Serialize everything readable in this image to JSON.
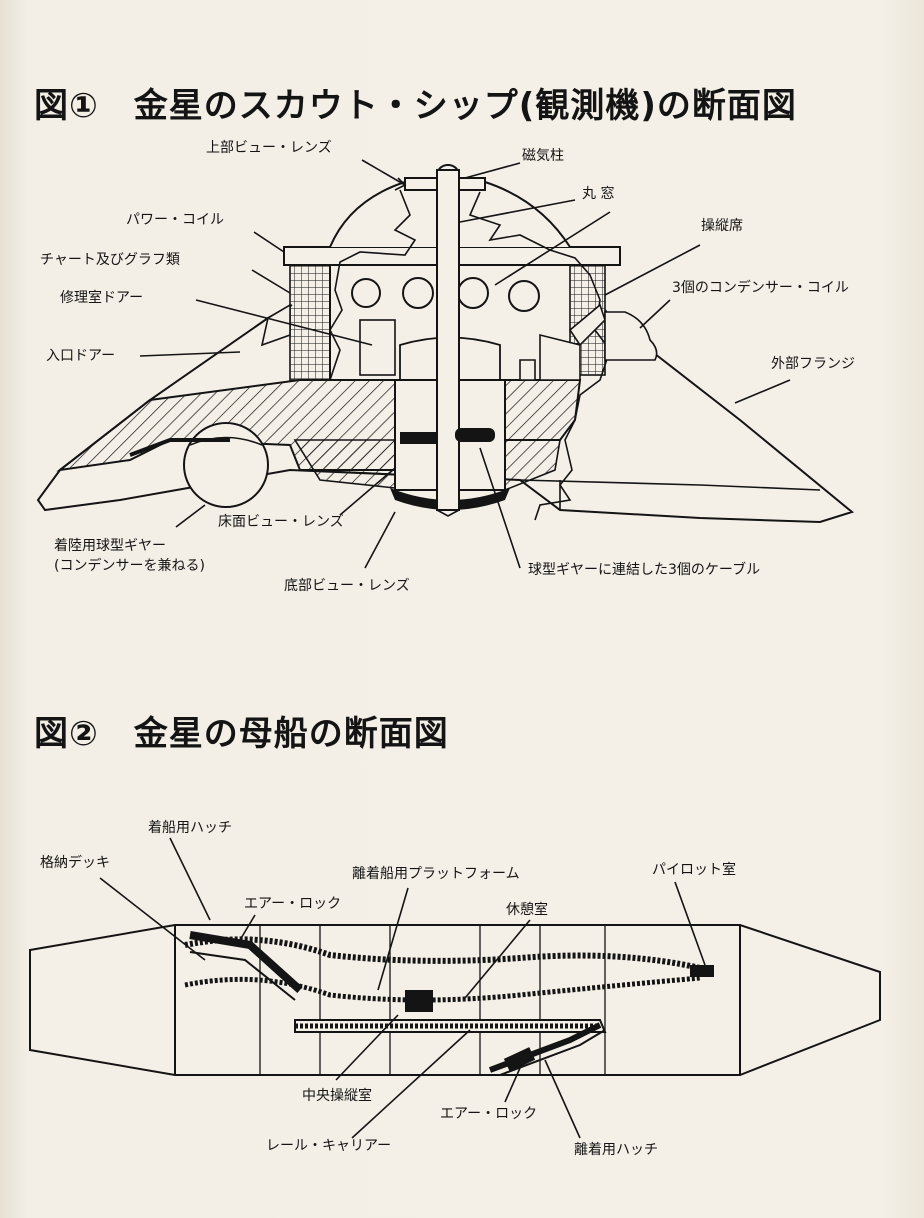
{
  "figure1": {
    "title": "図①　金星のスカウト・シップ(観測機)の断面図",
    "labels": {
      "upper_view_lens": "上部ビュー・レンズ",
      "magnetic_pillar": "磁気柱",
      "round_window": "丸 窓",
      "power_coil": "パワー・コイル",
      "pilot_seat": "操縦席",
      "charts_graphs": "チャート及びグラフ類",
      "condenser_coils": "3個のコンデンサー・コイル",
      "repair_room_door": "修理室ドアー",
      "entrance_door": "入口ドアー",
      "outer_flange": "外部フランジ",
      "landing_gear_line1": "着陸用球型ギヤー",
      "landing_gear_line2": "(コンデンサーを兼ねる)",
      "floor_view_lens": "床面ビュー・レンズ",
      "bottom_view_lens": "底部ビュー・レンズ",
      "cables": "球型ギヤーに連結した3個のケーブル"
    }
  },
  "figure2": {
    "title": "図②　金星の母船の断面図",
    "labels": {
      "docking_hatch": "着船用ハッチ",
      "storage_deck": "格納デッキ",
      "platform": "離着船用プラットフォーム",
      "pilot_room": "パイロット室",
      "air_lock_top": "エアー・ロック",
      "lounge": "休憩室",
      "central_control": "中央操縦室",
      "air_lock_bottom": "エアー・ロック",
      "rail_carrier": "レール・キャリアー",
      "launch_hatch": "離着用ハッチ"
    }
  }
}
